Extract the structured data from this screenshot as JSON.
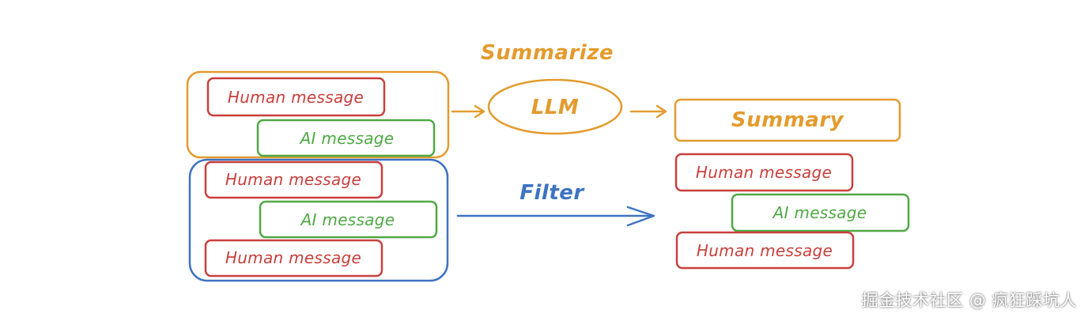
{
  "colors": {
    "summarize": "#E39B2E",
    "filter": "#3D73C2",
    "human": "#C8403D",
    "ai": "#4FA845"
  },
  "summarize_label": "Summarize",
  "filter_label": "Filter",
  "llm_label": "LLM",
  "summary_label": "Summary",
  "left_messages": {
    "m1": "Human message",
    "m2": "AI message",
    "m3": "Human message",
    "m4": "AI message",
    "m5": "Human message"
  },
  "right_messages": {
    "m1": "Human message",
    "m2": "AI message",
    "m3": "Human message"
  },
  "watermark": "掘金技术社区 @ 疯狂踩坑人"
}
